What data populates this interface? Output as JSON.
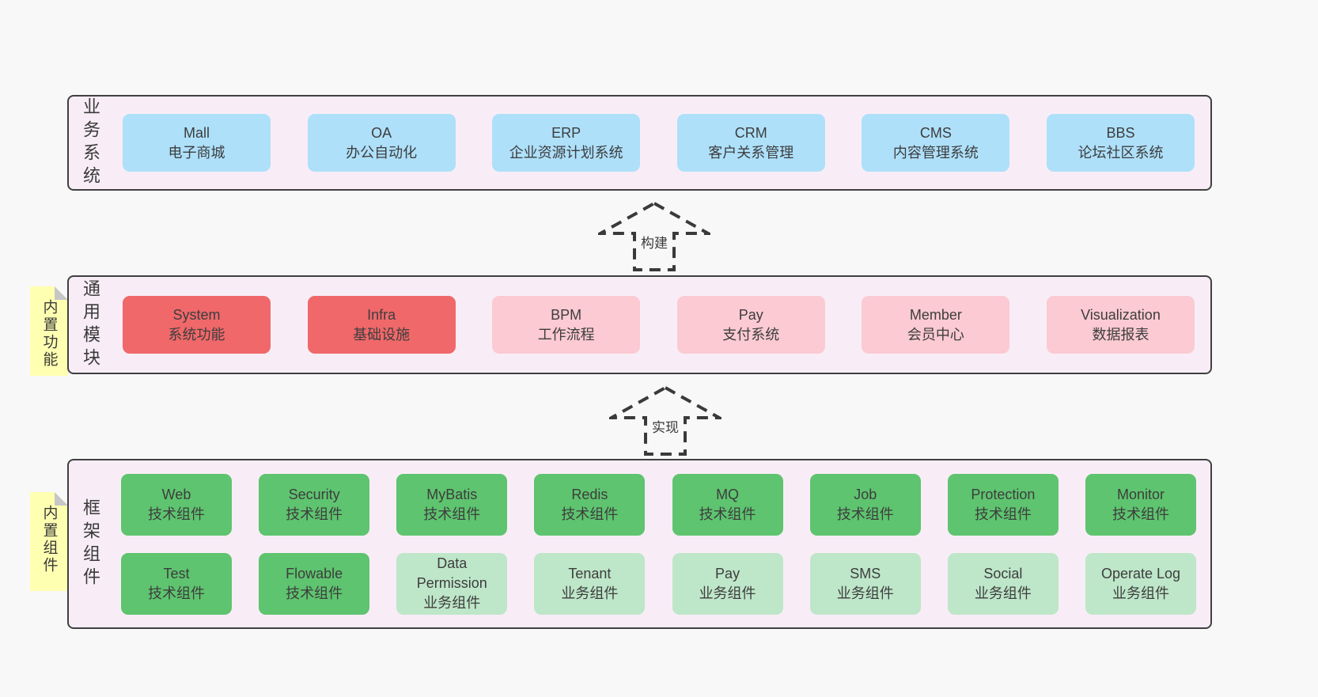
{
  "palette": {
    "page_bg": "#f8f8f8",
    "layer_bg": "#f8edf6",
    "layer_border": "#404040",
    "blue": "#aee0fa",
    "red": "#f0686a",
    "pink": "#fbcad3",
    "green": "#5ec46f",
    "light_green": "#bee6c9",
    "sticky_yellow": "#ffffb1",
    "fold_gray": "#c6c6c6"
  },
  "layers": {
    "business": {
      "label": "业务系统",
      "boxes": [
        {
          "title": "Mall",
          "subtitle": "电子商城"
        },
        {
          "title": "OA",
          "subtitle": "办公自动化"
        },
        {
          "title": "ERP",
          "subtitle": "企业资源计划系统"
        },
        {
          "title": "CRM",
          "subtitle": "客户关系管理"
        },
        {
          "title": "CMS",
          "subtitle": "内容管理系统"
        },
        {
          "title": "BBS",
          "subtitle": "论坛社区系统"
        }
      ]
    },
    "modules": {
      "label": "通用模块",
      "sticky": "内置功能",
      "boxes": [
        {
          "title": "System",
          "subtitle": "系统功能"
        },
        {
          "title": "Infra",
          "subtitle": "基础设施"
        },
        {
          "title": "BPM",
          "subtitle": "工作流程"
        },
        {
          "title": "Pay",
          "subtitle": "支付系统"
        },
        {
          "title": "Member",
          "subtitle": "会员中心"
        },
        {
          "title": "Visualization",
          "subtitle": "数据报表"
        }
      ]
    },
    "components": {
      "label": "框架组件",
      "sticky": "内置组件",
      "row1": [
        {
          "title": "Web",
          "subtitle": "技术组件"
        },
        {
          "title": "Security",
          "subtitle": "技术组件"
        },
        {
          "title": "MyBatis",
          "subtitle": "技术组件"
        },
        {
          "title": "Redis",
          "subtitle": "技术组件"
        },
        {
          "title": "MQ",
          "subtitle": "技术组件"
        },
        {
          "title": "Job",
          "subtitle": "技术组件"
        },
        {
          "title": "Protection",
          "subtitle": "技术组件"
        },
        {
          "title": "Monitor",
          "subtitle": "技术组件"
        }
      ],
      "row2": [
        {
          "title": "Test",
          "subtitle": "技术组件"
        },
        {
          "title": "Flowable",
          "subtitle": "技术组件"
        },
        {
          "title": "Data Permission",
          "subtitle": "业务组件"
        },
        {
          "title": "Tenant",
          "subtitle": "业务组件"
        },
        {
          "title": "Pay",
          "subtitle": "业务组件"
        },
        {
          "title": "SMS",
          "subtitle": "业务组件"
        },
        {
          "title": "Social",
          "subtitle": "业务组件"
        },
        {
          "title": "Operate Log",
          "subtitle": "业务组件"
        }
      ]
    }
  },
  "arrows": {
    "build": "构建",
    "implement": "实现"
  }
}
